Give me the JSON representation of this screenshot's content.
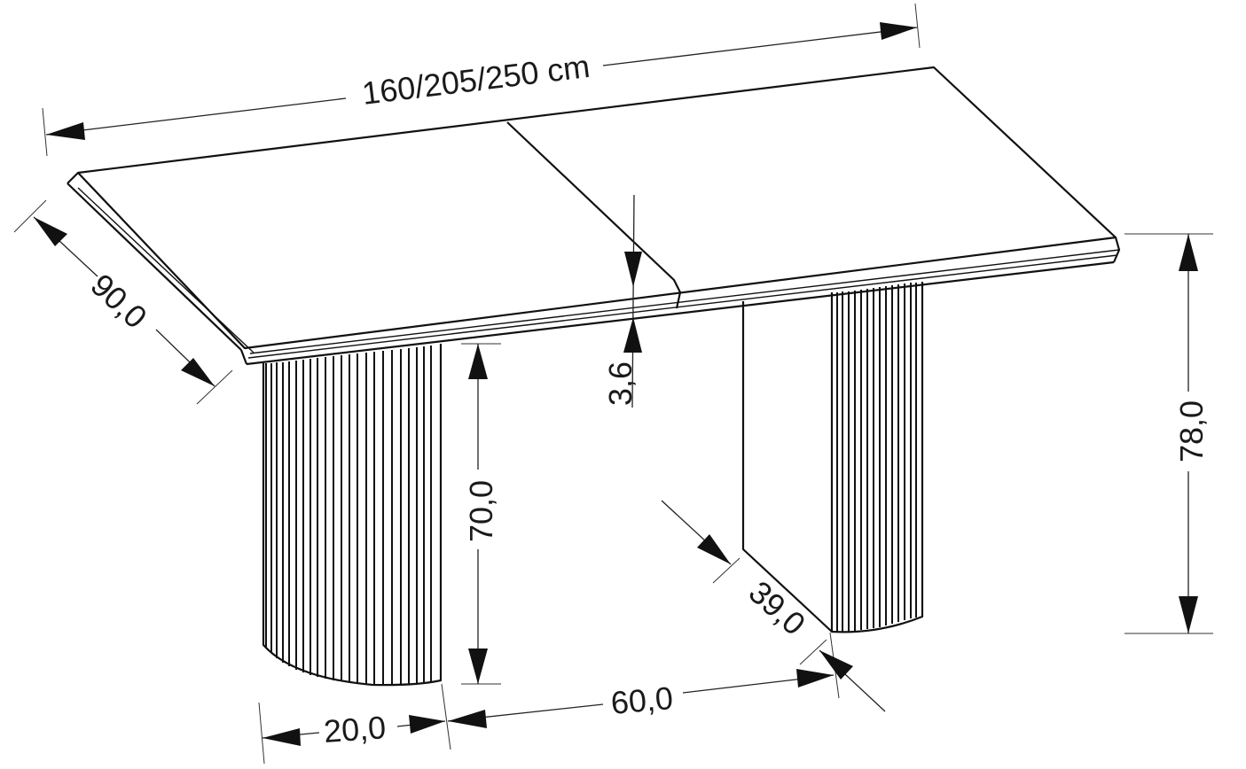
{
  "drawing": {
    "subject": "Extendable dining table with fluted pedestal legs",
    "units": "cm",
    "background": "#ffffff",
    "line_color": "#111111"
  },
  "dimensions": {
    "length": {
      "label": "160/205/250 cm",
      "meaning": "table top length (closed / one leaf / two leaves)"
    },
    "depth": {
      "label": "90,0",
      "meaning": "table top depth"
    },
    "top_thickness": {
      "label": "3,6",
      "meaning": "table top thickness"
    },
    "total_height": {
      "label": "78,0",
      "meaning": "overall table height"
    },
    "leg_height": {
      "label": "70,0",
      "meaning": "pedestal leg height"
    },
    "leg_width": {
      "label": "20,0",
      "meaning": "pedestal leg width"
    },
    "leg_spacing": {
      "label": "60,0",
      "meaning": "distance between pedestal legs"
    },
    "leg_depth": {
      "label": "39,0",
      "meaning": "pedestal leg depth"
    }
  }
}
